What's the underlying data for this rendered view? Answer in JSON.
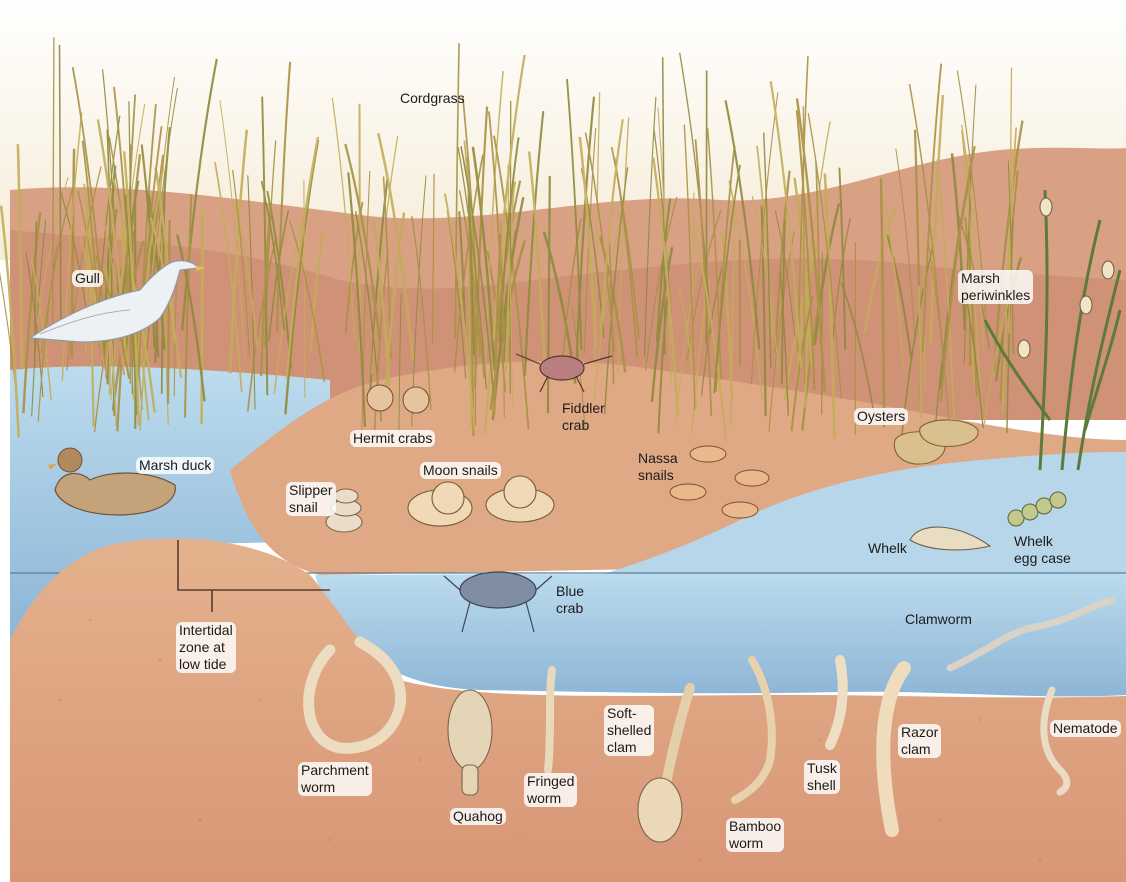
{
  "labels": {
    "cordgrass": "Cordgrass",
    "gull": "Gull",
    "marsh_periwinkles": [
      "Marsh",
      "periwinkles"
    ],
    "fiddler_crab": [
      "Fiddler",
      "crab"
    ],
    "hermit_crabs": "Hermit crabs",
    "oysters": "Oysters",
    "marsh_duck": "Marsh duck",
    "moon_snails": "Moon snails",
    "nassa_snails": [
      "Nassa",
      "snails"
    ],
    "slipper_snail": [
      "Slipper",
      "snail"
    ],
    "whelk": "Whelk",
    "whelk_egg_case": [
      "Whelk",
      "egg case"
    ],
    "blue_crab": [
      "Blue",
      "crab"
    ],
    "clamworm": "Clamworm",
    "intertidal_zone": [
      "Intertidal",
      "zone at",
      "low tide"
    ],
    "parchment_worm": [
      "Parchment",
      "worm"
    ],
    "quahog": "Quahog",
    "fringed_worm": [
      "Fringed",
      "worm"
    ],
    "soft_shelled_clam": [
      "Soft-",
      "shelled",
      "clam"
    ],
    "bamboo_worm": [
      "Bamboo",
      "worm"
    ],
    "tusk_shell": [
      "Tusk",
      "shell"
    ],
    "razor_clam": [
      "Razor",
      "clam"
    ],
    "nematode": "Nematode"
  },
  "colors": {
    "sand": "#dca27c",
    "sand_dark": "#c98566",
    "water": "#a9cde4",
    "water_deep": "#8fb8d8",
    "grass": "#b9a24f",
    "sky": "#fbf6ea"
  }
}
